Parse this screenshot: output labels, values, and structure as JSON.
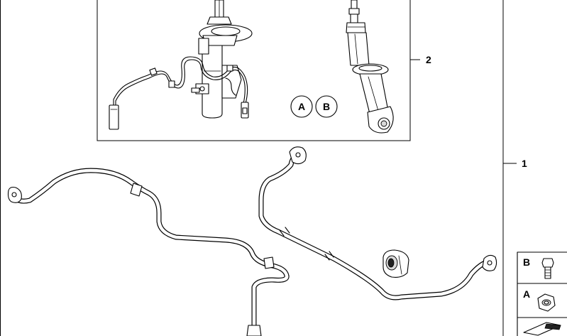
{
  "callouts": {
    "one": "1",
    "two": "2"
  },
  "markers": {
    "a": "A",
    "b": "B"
  },
  "legend": {
    "b_label": "B",
    "a_label": "A"
  }
}
